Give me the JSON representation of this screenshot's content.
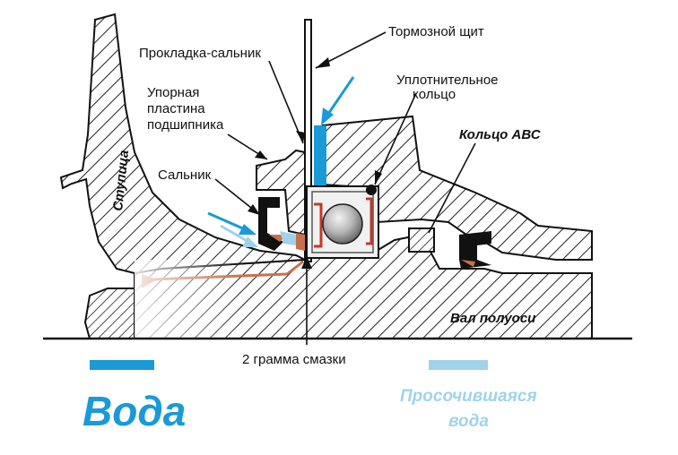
{
  "labels": {
    "brake_shield": "Тормозной щит",
    "gasket_seal": "Прокладка-сальник",
    "bearing_plate_1": "Упорная",
    "bearing_plate_2": "пластина",
    "bearing_plate_3": "подшипника",
    "seal_ring_1": "Уплотнительное",
    "seal_ring_2": "кольцо",
    "abs_ring": "Кольцо АВС",
    "oil_seal": "Сальник",
    "hub": "Ступица",
    "axle_shaft": "Вал полуоси",
    "grease": "2 грамма смазки"
  },
  "legend": {
    "water": "Вода",
    "seeped_1": "Просочившаяся",
    "seeped_2": "вода"
  },
  "colors": {
    "water": "#1a9ad6",
    "seeped_water": "#9fd3ea",
    "grease": "#c8704c",
    "outline": "#111111",
    "seal_red": "#c0392b"
  }
}
